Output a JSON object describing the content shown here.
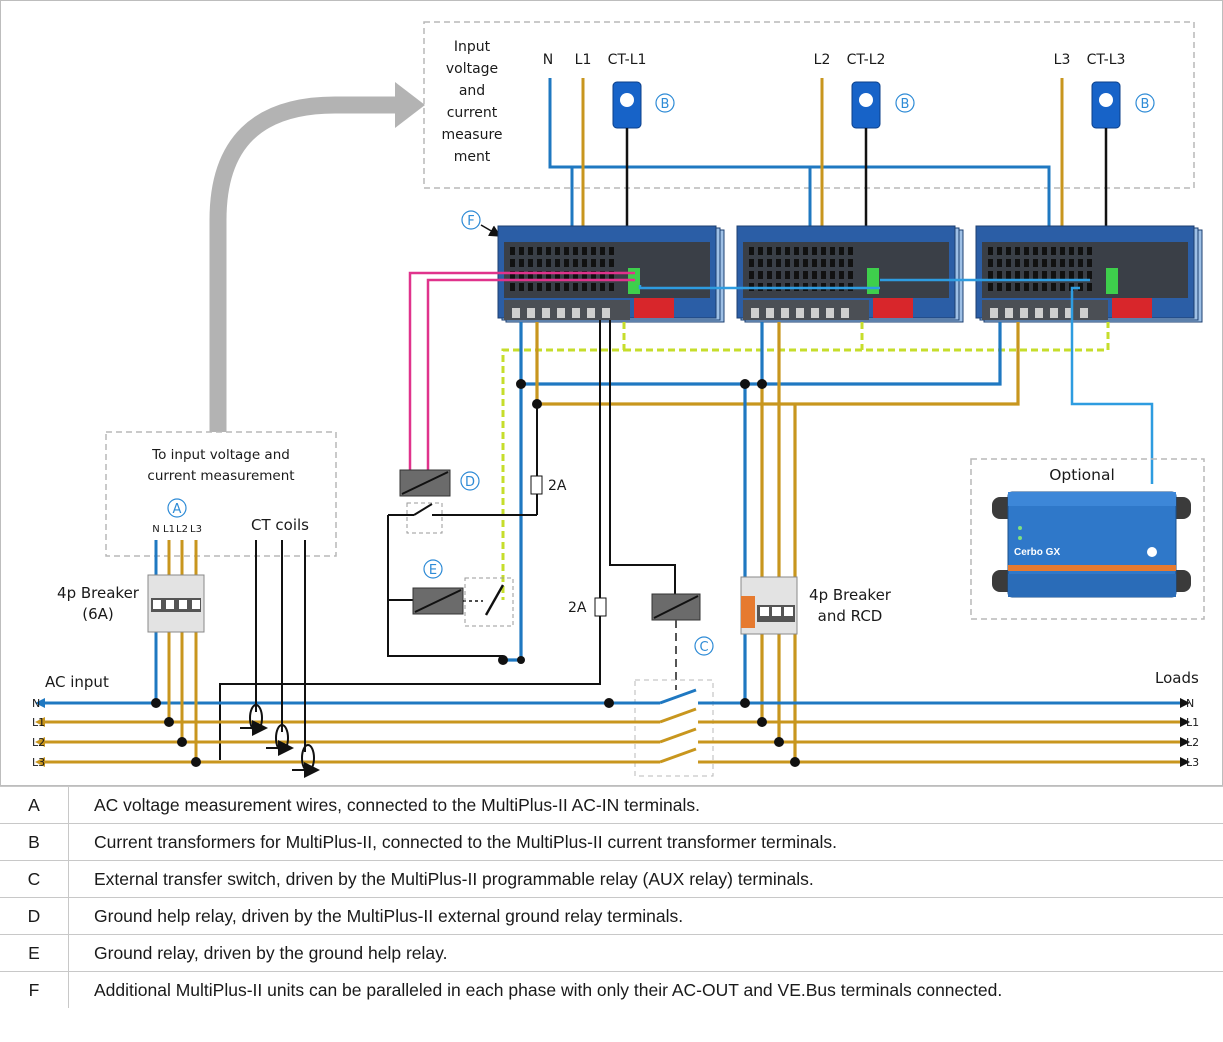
{
  "diagram": {
    "input_box_label": [
      "Input",
      "voltage",
      "and",
      "current",
      "measure",
      "ment"
    ],
    "top_terminals": [
      "N",
      "L1",
      "CT-L1",
      "L2",
      "CT-L2",
      "L3",
      "CT-L3"
    ],
    "marker_a": "A",
    "marker_b": "B",
    "marker_c": "C",
    "marker_d": "D",
    "marker_e": "E",
    "marker_f": "F",
    "to_input_label": [
      "To input voltage and",
      "current measurement"
    ],
    "breaker_4p_label": [
      "4p Breaker",
      "(6A)"
    ],
    "breaker_terminals": [
      "N",
      "L1",
      "L2",
      "L3"
    ],
    "ct_coils_label": "CT coils",
    "fuse_label_1": "2A",
    "fuse_label_2": "2A",
    "breaker_rcd_label": [
      "4p Breaker",
      "and RCD"
    ],
    "optional_label": "Optional",
    "cerbo_label": "Cerbo GX",
    "ac_input_label": "AC input",
    "loads_label": "Loads",
    "line_labels": [
      "N",
      "L1",
      "L2",
      "L3"
    ],
    "colors": {
      "neutral": "#1f78c1",
      "phase": "#c8961e",
      "ve_bus": "#e0338c",
      "ground": "#c6dd2b",
      "ct_clamp": "#1763c8",
      "marker": "#2e8bd6",
      "device": "#2b5ea6"
    }
  },
  "legend": [
    {
      "key": "A",
      "text": "AC voltage measurement wires, connected to the MultiPlus-II AC-IN terminals."
    },
    {
      "key": "B",
      "text": "Current transformers for MultiPlus-II, connected to the MultiPlus-II current transformer terminals."
    },
    {
      "key": "C",
      "text": "External transfer switch, driven by the MultiPlus-II programmable relay (AUX relay) terminals."
    },
    {
      "key": "D",
      "text": "Ground help relay, driven by the MultiPlus-II external ground relay terminals."
    },
    {
      "key": "E",
      "text": "Ground relay, driven by the ground help relay."
    },
    {
      "key": "F",
      "text": "Additional MultiPlus-II units can be paralleled in each phase with only their AC-OUT and VE.Bus terminals connected."
    }
  ]
}
